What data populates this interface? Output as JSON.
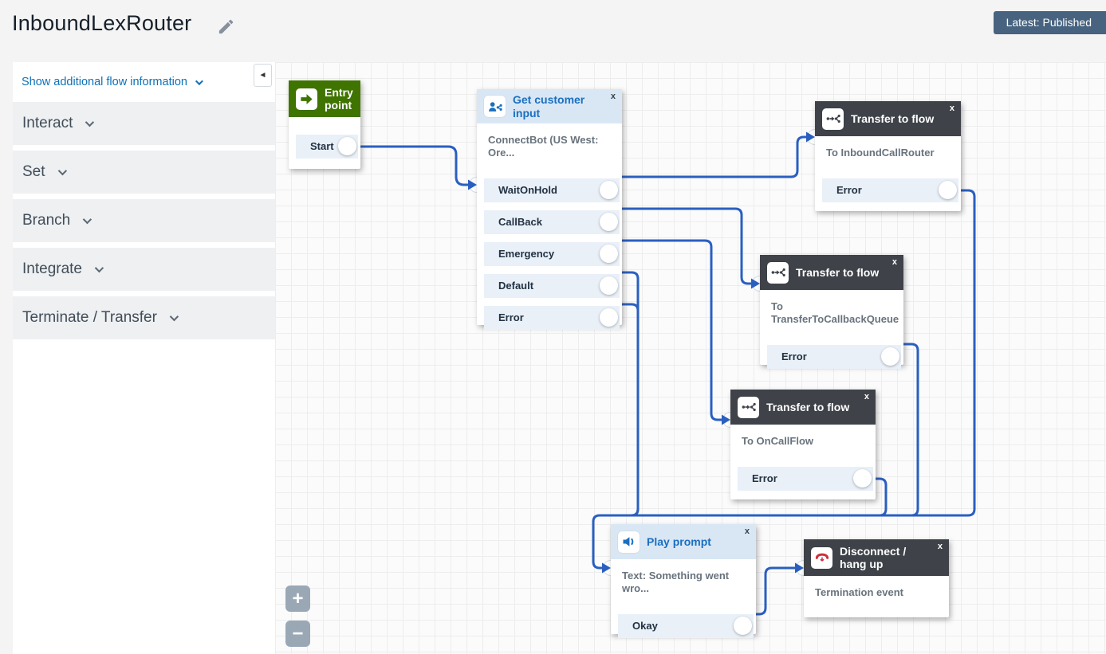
{
  "header": {
    "title": "InboundLexRouter",
    "status_badge": "Latest: Published"
  },
  "sidebar": {
    "toggle_label": "Show additional flow information",
    "sections": [
      {
        "label": "Interact"
      },
      {
        "label": "Set"
      },
      {
        "label": "Branch"
      },
      {
        "label": "Integrate"
      },
      {
        "label": "Terminate / Transfer"
      }
    ]
  },
  "canvas": {
    "collapse_glyph": "◄",
    "zoom_in": "+",
    "zoom_out": "−",
    "nodes": [
      {
        "id": "entry-point",
        "title": "Entry point",
        "icon": "entry-arrow-icon",
        "outputs": [
          "Start"
        ]
      },
      {
        "id": "get-customer-input",
        "title": "Get customer input",
        "icon": "customer-input-icon",
        "close": "x",
        "subtitle": "ConnectBot (US West: Ore...",
        "outputs": [
          "WaitOnHold",
          "CallBack",
          "Emergency",
          "Default",
          "Error"
        ]
      },
      {
        "id": "transfer-to-flow-inboundcallrouter",
        "title": "Transfer to flow",
        "icon": "transfer-flow-icon",
        "close": "x",
        "subtitle": "To InboundCallRouter",
        "outputs": [
          "Error"
        ]
      },
      {
        "id": "transfer-to-flow-callbackqueue",
        "title": "Transfer to flow",
        "icon": "transfer-flow-icon",
        "close": "x",
        "subtitle": "To TransferToCallbackQueue",
        "outputs": [
          "Error"
        ]
      },
      {
        "id": "transfer-to-flow-oncallflow",
        "title": "Transfer to flow",
        "icon": "transfer-flow-icon",
        "close": "x",
        "subtitle": "To OnCallFlow",
        "outputs": [
          "Error"
        ]
      },
      {
        "id": "play-prompt",
        "title": "Play prompt",
        "icon": "speaker-icon",
        "close": "x",
        "subtitle": "Text: Something went wro...",
        "outputs": [
          "Okay"
        ]
      },
      {
        "id": "disconnect-hang-up",
        "title": "Disconnect / hang up",
        "icon": "phone-down-icon",
        "close": "x",
        "subtitle": "Termination event",
        "outputs": []
      }
    ]
  },
  "colors": {
    "wire_blue": "#2a5fc0",
    "entry_green": "#3f7400",
    "dark_header": "#3f4349",
    "light_header": "#d9e7f5",
    "node_title_blue": "#1a6fc0",
    "output_row_bg": "#e9f0f8",
    "badge_bg": "#47637f",
    "link_blue": "#0e71b8",
    "disconnect_red": "#cf2f3e"
  }
}
